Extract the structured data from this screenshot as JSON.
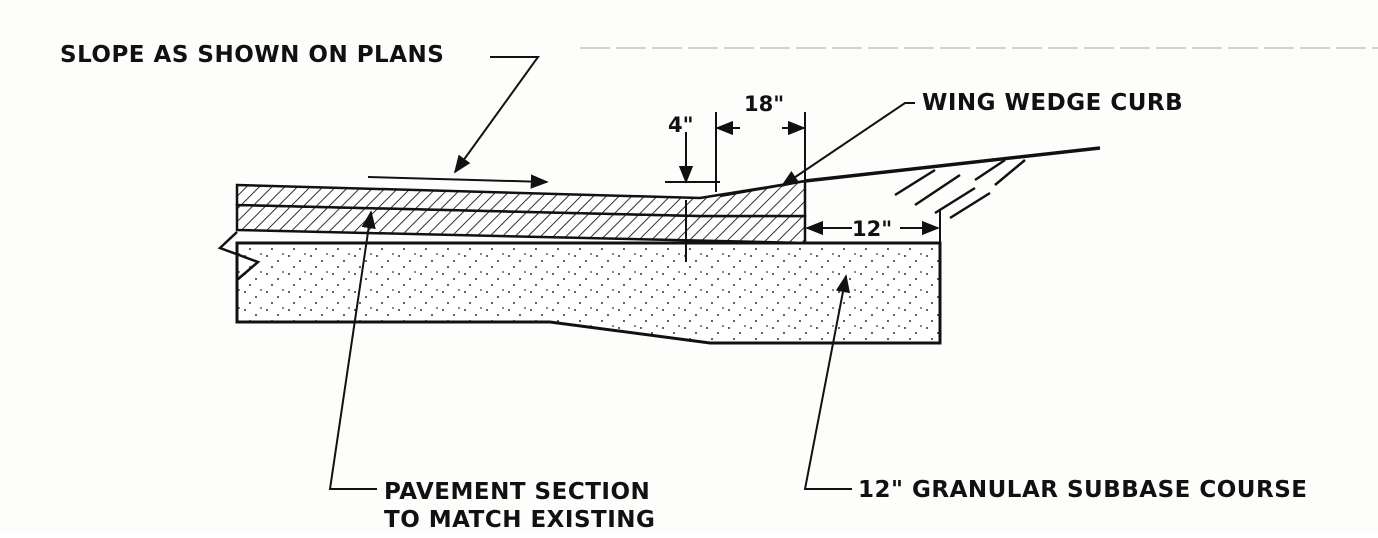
{
  "labels": {
    "slope": "SLOPE AS SHOWN ON PLANS",
    "wing_wedge_curb": "WING WEDGE CURB",
    "pavement_line1": "PAVEMENT SECTION",
    "pavement_line2": "TO MATCH EXISTING",
    "subbase": "12\" GRANULAR SUBBASE COURSE"
  },
  "dimensions": {
    "curb_height": "4\"",
    "curb_width": "18\"",
    "subbase_extension": "12\""
  }
}
